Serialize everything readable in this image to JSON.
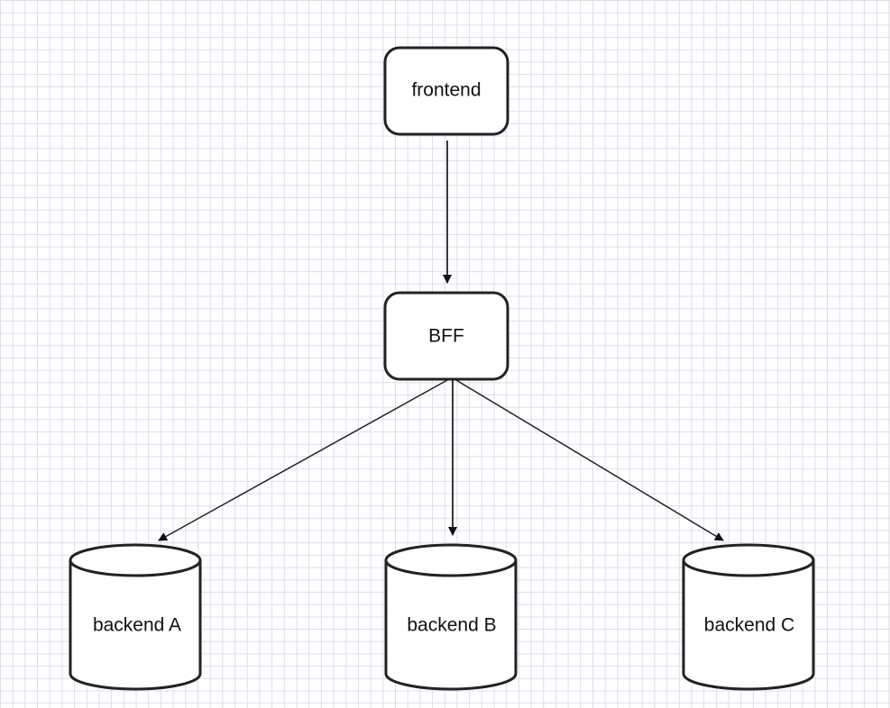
{
  "diagram": {
    "nodes": {
      "frontend": {
        "label": "frontend",
        "shape": "rounded-rectangle"
      },
      "bff": {
        "label": "BFF",
        "shape": "rounded-rectangle"
      },
      "backend_a": {
        "label": "backend A",
        "shape": "cylinder"
      },
      "backend_b": {
        "label": "backend B",
        "shape": "cylinder"
      },
      "backend_c": {
        "label": "backend C",
        "shape": "cylinder"
      }
    },
    "edges": [
      {
        "from": "frontend",
        "to": "BFF"
      },
      {
        "from": "BFF",
        "to": "backend A"
      },
      {
        "from": "BFF",
        "to": "backend B"
      },
      {
        "from": "BFF",
        "to": "backend C"
      }
    ],
    "colors": {
      "grid": "#dcdcf0",
      "stroke": "#222222",
      "node_fill": "#ffffff"
    }
  }
}
